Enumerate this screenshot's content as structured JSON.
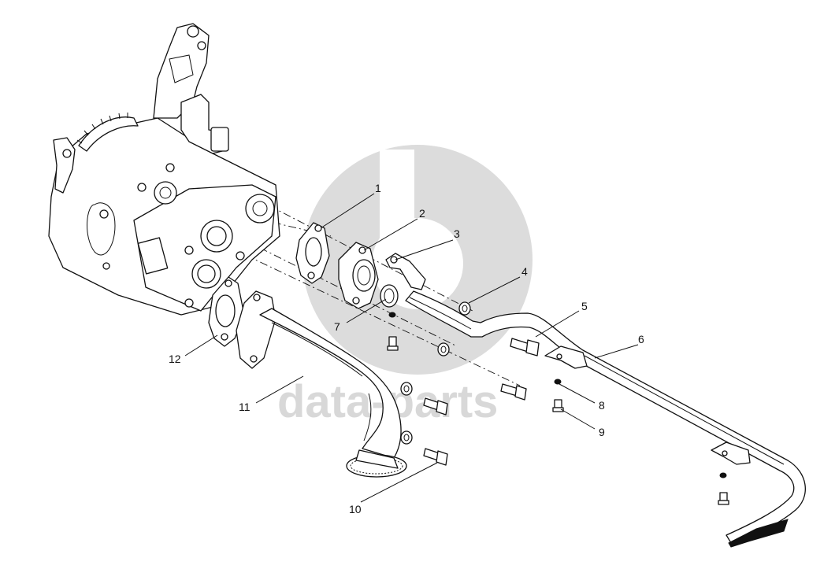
{
  "watermark": {
    "text": "data-parts",
    "color": "#d9d9d9"
  },
  "callouts": [
    {
      "id": "1",
      "label": "1"
    },
    {
      "id": "2",
      "label": "2"
    },
    {
      "id": "3",
      "label": "3"
    },
    {
      "id": "4",
      "label": "4"
    },
    {
      "id": "5",
      "label": "5"
    },
    {
      "id": "6",
      "label": "6"
    },
    {
      "id": "7",
      "label": "7"
    },
    {
      "id": "8",
      "label": "8"
    },
    {
      "id": "9",
      "label": "9"
    },
    {
      "id": "10",
      "label": "10"
    },
    {
      "id": "11",
      "label": "11"
    },
    {
      "id": "12",
      "label": "12"
    }
  ],
  "colors": {
    "line": "#111111",
    "background": "#ffffff",
    "watermark": "#d9d9d9"
  }
}
